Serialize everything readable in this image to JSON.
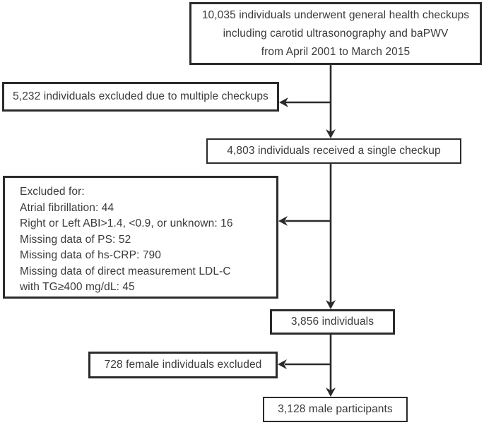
{
  "figure": {
    "colors": {
      "line": "#2b2b2b",
      "text": "#3a3a3a",
      "background": "#ffffff"
    },
    "boxes": {
      "checkups": {
        "lines": [
          "10,035 individuals underwent general health checkups",
          "including carotid ultrasonography and baPWV",
          "from April 2001 to March 2015"
        ]
      },
      "excluded_multiple": {
        "label": "5,232 individuals excluded due to multiple checkups"
      },
      "single_checkup": {
        "label": "4,803 individuals received a single checkup"
      },
      "excluded_criteria": {
        "lines": [
          "Excluded for:",
          "Atrial fibrillation: 44",
          "Right or Left ABI>1.4, <0.9, or unknown: 16",
          "Missing data of PS: 52",
          "Missing data of hs-CRP: 790",
          "Missing data of direct measurement LDL-C",
          "with TG≥400 mg/dL: 45"
        ]
      },
      "individuals": {
        "label": "3,856 individuals"
      },
      "excluded_female": {
        "label": "728 female individuals excluded"
      },
      "male_participants": {
        "label": "3,128 male participants"
      }
    }
  }
}
